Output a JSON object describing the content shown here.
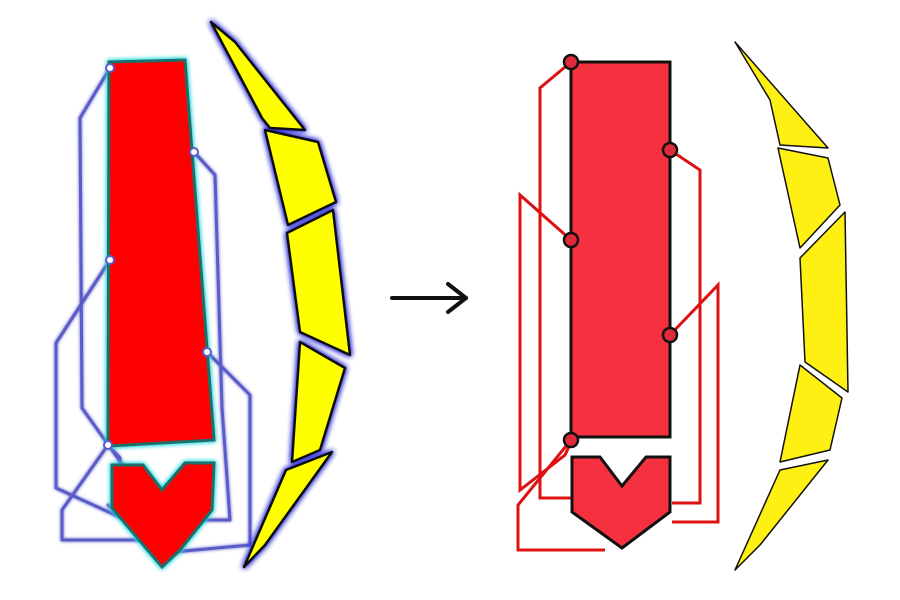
{
  "colors": {
    "background": "#ffffff",
    "left_body": "#ff0000",
    "left_outline_glow": "#28d8e0",
    "left_wire": "#5a5cc8",
    "left_wire_glow": "#c8c8ff",
    "node_fill_left": "#ffffff",
    "right_body": "#f5303f",
    "right_wire": "#dd1111",
    "stroke_dark": "#111111",
    "segment_yellow": "#ffff00",
    "segment_glow": "#2b2bd6",
    "segment_yellow_plain": "#fff014",
    "arrow": "#111111"
  },
  "diagram": {
    "panels": [
      {
        "id": "before",
        "style": "glow",
        "description_hidden": ""
      },
      {
        "id": "after",
        "style": "flat",
        "description_hidden": ""
      }
    ],
    "arrow": {
      "icon": "right-arrow-icon"
    }
  }
}
